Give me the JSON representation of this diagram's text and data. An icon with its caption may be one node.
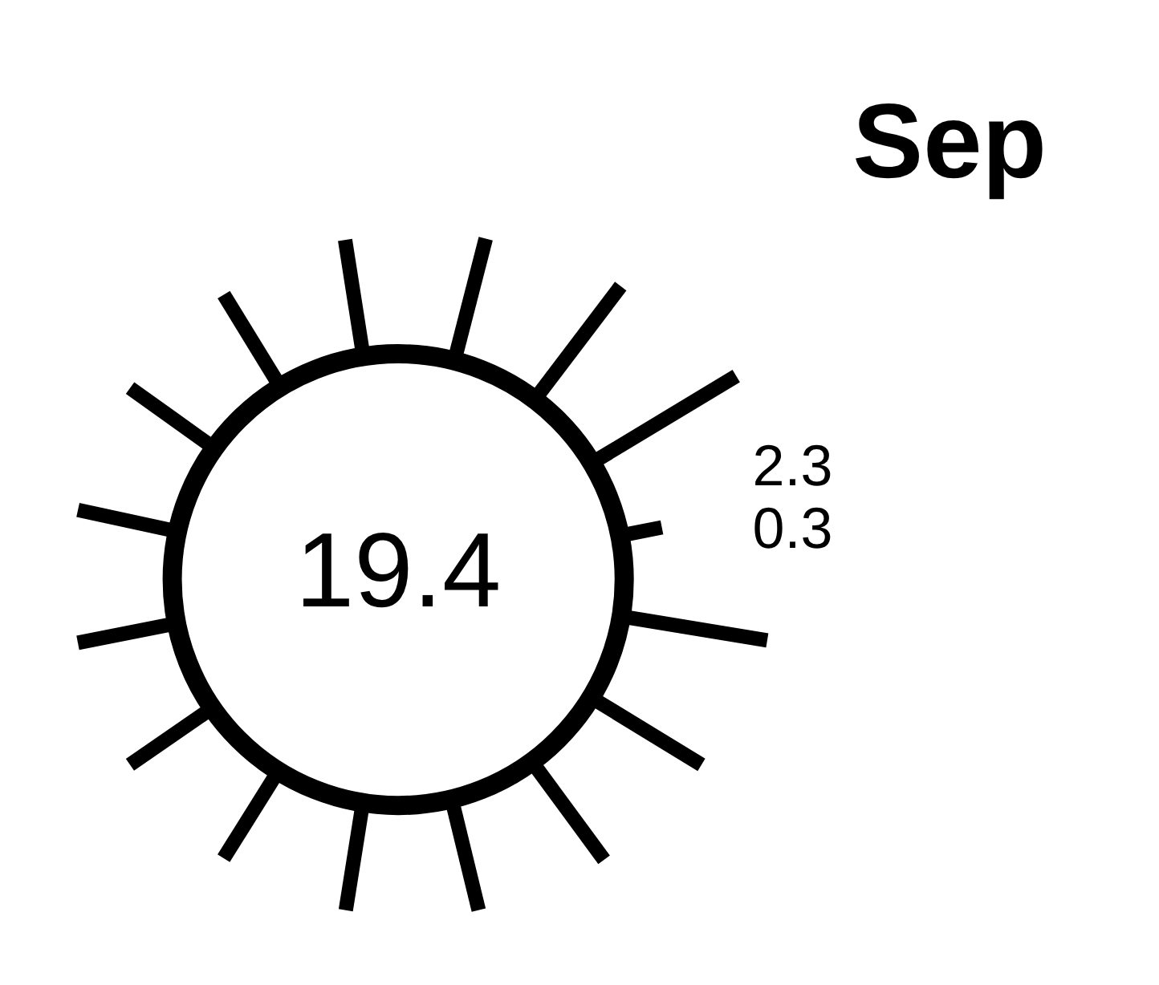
{
  "diagram": {
    "nodes": [
      {
        "text": [
          "19.4"
        ]
      },
      {
        "text": [
          "2.3",
          "0.3"
        ]
      }
    ],
    "edges": [
      {
        "from": 0,
        "to": null,
        "arrow": "none"
      },
      {
        "from": 0,
        "to": null,
        "arrow": "none"
      },
      {
        "from": 0,
        "to": null,
        "arrow": "none"
      },
      {
        "from": 0,
        "to": null,
        "arrow": "none"
      },
      {
        "from": 0,
        "to": null,
        "arrow": "none"
      },
      {
        "from": 0,
        "to": null,
        "arrow": "none"
      },
      {
        "from": 0,
        "to": null,
        "arrow": "none"
      },
      {
        "from": 0,
        "to": null,
        "arrow": "none"
      },
      {
        "from": 0,
        "to": 1,
        "arrow": "none"
      },
      {
        "from": 0,
        "to": null,
        "arrow": "none"
      },
      {
        "from": 0,
        "to": null,
        "arrow": "none"
      },
      {
        "from": 0,
        "to": null,
        "arrow": "none"
      },
      {
        "from": 0,
        "to": null,
        "arrow": "none"
      },
      {
        "from": 0,
        "to": null,
        "arrow": "none"
      },
      {
        "from": 0,
        "to": null,
        "arrow": "none"
      },
      {
        "from": 0,
        "to": null,
        "arrow": "none"
      }
    ],
    "labels": [
      "Sep"
    ]
  }
}
